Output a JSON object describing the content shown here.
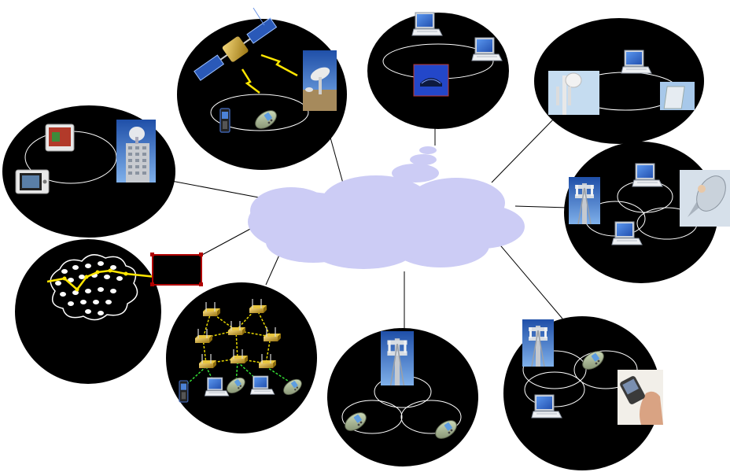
{
  "colors": {
    "background": "#ffffff",
    "circle_fill": "#000000",
    "ring_stroke": "#ffffff",
    "cloud_fill": "#ccccf5",
    "connector": "#000000",
    "sensor_link": "#ffe600",
    "mesh_link_yellow": "#e8d800",
    "mesh_link_green": "#33dd33",
    "router": "#c8a200",
    "box_outline": "#b00000",
    "device_screen": "#3a74d6",
    "tower_sky": "#3a70c8"
  },
  "network_domains": [
    {
      "key": "satellite",
      "icons": [
        "satellite-icon",
        "radio-telescope-icon",
        "mobile-phone-icon",
        "smartphone-icon"
      ]
    },
    {
      "key": "wlan",
      "icons": [
        "laptop-icon",
        "laptop-icon",
        "access-point-icon"
      ]
    },
    {
      "key": "wimax",
      "icons": [
        "wimax-tower-icon",
        "laptop-icon",
        "antenna-panel-icon"
      ]
    },
    {
      "key": "cellular-cells",
      "icons": [
        "cell-tower-icon",
        "laptop-icon",
        "laptop-icon",
        "satellite-dish-device-icon"
      ]
    },
    {
      "key": "cellular-handoff",
      "icons": [
        "cell-tower-icon",
        "smartphone-icon",
        "laptop-icon",
        "handheld-phone-photo-icon"
      ]
    },
    {
      "key": "cellular-base",
      "icons": [
        "cell-tower-icon",
        "smartphone-icon",
        "smartphone-icon"
      ]
    },
    {
      "key": "mesh",
      "icons": [
        "router-icon",
        "laptop-icon",
        "mobile-phone-icon",
        "smartphone-icon"
      ]
    },
    {
      "key": "sensor",
      "icons": [
        "sensor-node-icon",
        "sink-box-icon"
      ]
    },
    {
      "key": "broadcast",
      "icons": [
        "pda-device-icon",
        "pda-device-icon",
        "broadcast-building-icon"
      ]
    }
  ],
  "core_network_icon": "cloud-icon"
}
